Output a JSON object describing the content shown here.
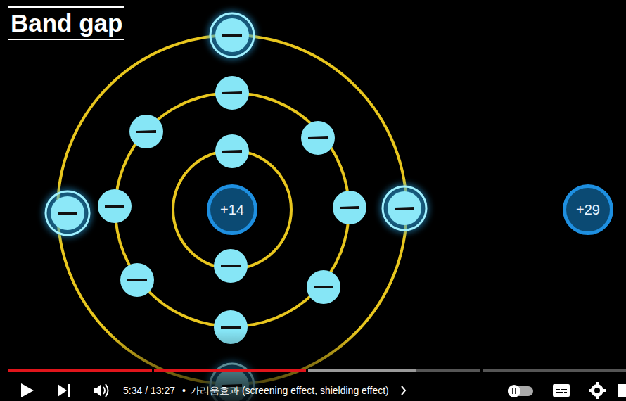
{
  "diagram": {
    "title": "Band gap",
    "nodes": [
      {
        "text": [
          "+14"
        ]
      },
      {
        "text": [
          "+29"
        ]
      }
    ],
    "labels": [
      "5:34 / 13:27",
      "•",
      "가리움효과 (screening effect, shielding effect)"
    ]
  }
}
